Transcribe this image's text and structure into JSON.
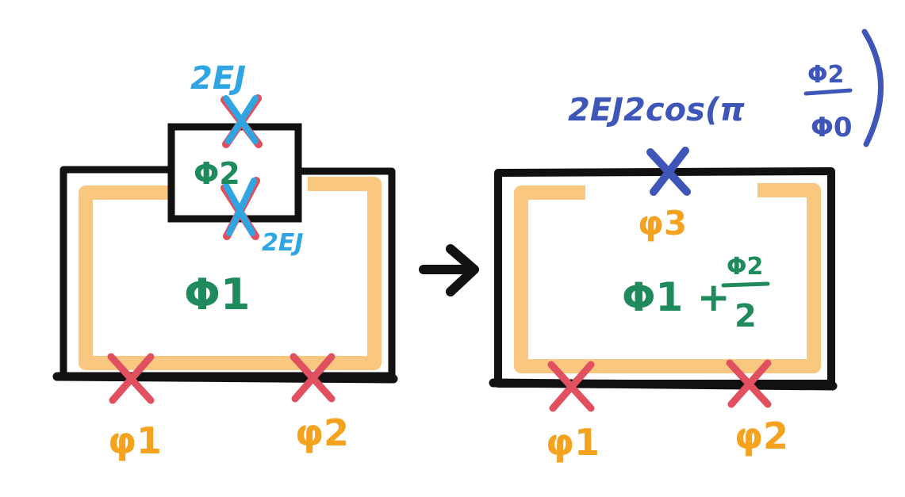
{
  "colors": {
    "wire": "#111111",
    "band": "#f7b455",
    "junction_red": "#e0505f",
    "junction_cyan": "#2fa6e2",
    "junction_blue": "#3d56b8",
    "label_cyan": "#2fa6e2",
    "label_green": "#1f8a5c",
    "label_orange": "#f5a21f",
    "label_blue": "#3d56b8"
  },
  "left_circuit": {
    "top_junction_label": "2EJ",
    "loop_flux_small": "Φ2",
    "inner_junction_label": "2EJ",
    "loop_flux_big": "Φ1",
    "phase_left": "φ1",
    "phase_right": "φ2"
  },
  "right_circuit": {
    "effective_junction_label": "2EJ2cos(π",
    "effective_junction_num": "Φ2",
    "effective_junction_den": "Φ0",
    "effective_junction_close": ")",
    "phase_top": "φ3",
    "flux_main": "Φ1 +",
    "flux_frac_num": "Φ2",
    "flux_frac_den": "2",
    "phase_left": "φ1",
    "phase_right": "φ2"
  },
  "arrow": {
    "icon": "right-arrow-icon"
  }
}
